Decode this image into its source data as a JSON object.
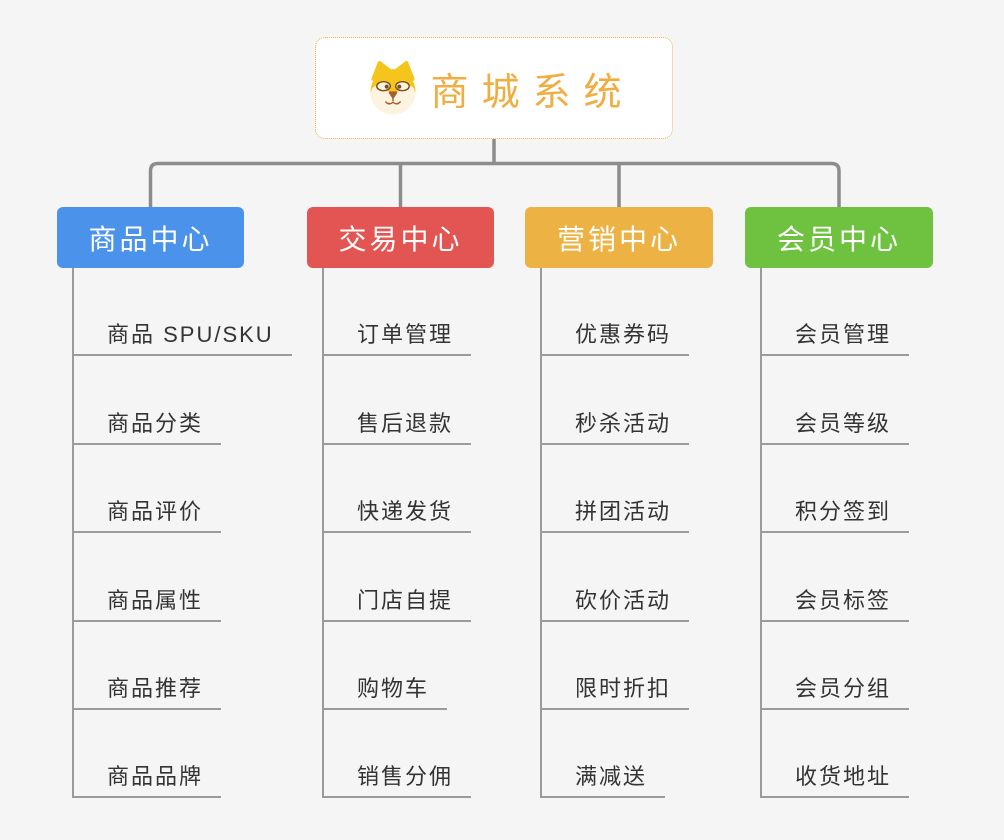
{
  "root": {
    "title": "商城系统",
    "icon": "dog-face"
  },
  "branches": [
    {
      "label": "商品中心",
      "color": "#4b93ea",
      "items": [
        "商品 SPU/SKU",
        "商品分类",
        "商品评价",
        "商品属性",
        "商品推荐",
        "商品品牌"
      ]
    },
    {
      "label": "交易中心",
      "color": "#e25552",
      "items": [
        "订单管理",
        "售后退款",
        "快递发货",
        "门店自提",
        "购物车",
        "销售分佣"
      ]
    },
    {
      "label": "营销中心",
      "color": "#ecb243",
      "items": [
        "优惠券码",
        "秒杀活动",
        "拼团活动",
        "砍价活动",
        "限时折扣",
        "满减送"
      ]
    },
    {
      "label": "会员中心",
      "color": "#6ec23f",
      "items": [
        "会员管理",
        "会员等级",
        "积分签到",
        "会员标签",
        "会员分组",
        "收货地址"
      ]
    }
  ],
  "colors": {
    "background": "#f5f5f5",
    "root_accent": "#f0ad42",
    "root_border": "#efae4b",
    "connector": "#8c8c8c",
    "leaf_line": "#9b9b9b",
    "leaf_text": "#333333",
    "node_text": "#ffffff"
  }
}
